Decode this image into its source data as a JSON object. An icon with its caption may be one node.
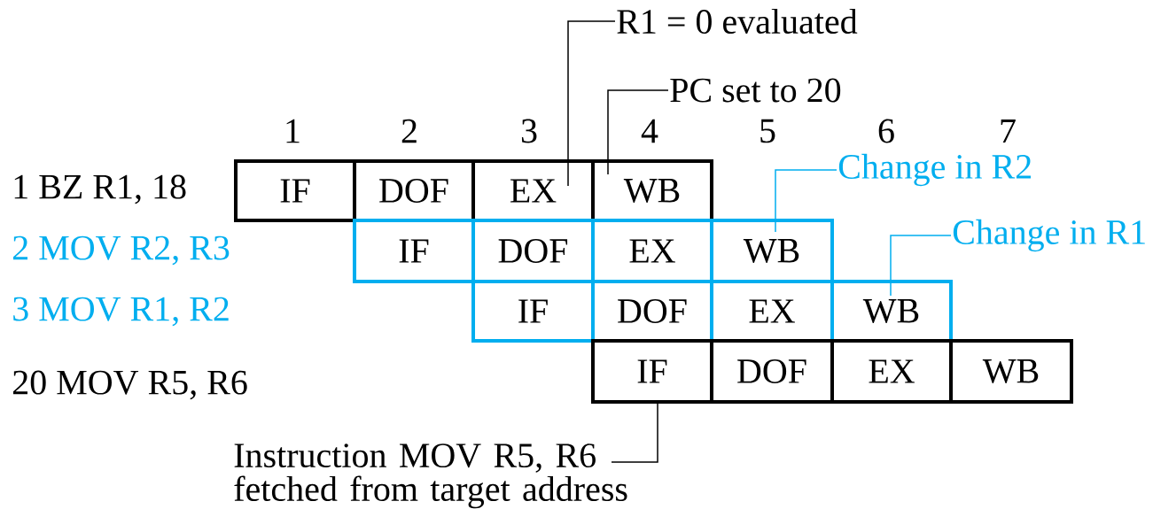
{
  "diagram": {
    "nodes": [
      {
        "text": [
          "R1 = 0 evaluated"
        ]
      },
      {
        "text": [
          "PC set to 20"
        ]
      },
      {
        "text": [
          "IF"
        ]
      },
      {
        "text": [
          "DOF"
        ]
      },
      {
        "text": [
          "EX"
        ]
      },
      {
        "text": [
          "WB"
        ]
      },
      {
        "text": [
          "Change in R2"
        ]
      },
      {
        "text": [
          "IF"
        ]
      },
      {
        "text": [
          "DOF"
        ]
      },
      {
        "text": [
          "EX"
        ]
      },
      {
        "text": [
          "WB"
        ]
      },
      {
        "text": [
          "Change in R1"
        ]
      },
      {
        "text": [
          "IF"
        ]
      },
      {
        "text": [
          "DOF"
        ]
      },
      {
        "text": [
          "EX"
        ]
      },
      {
        "text": [
          "WB"
        ]
      },
      {
        "text": [
          "IF"
        ]
      },
      {
        "text": [
          "DOF"
        ]
      },
      {
        "text": [
          "EX"
        ]
      },
      {
        "text": [
          "WB"
        ]
      },
      {
        "text": [
          "Instruction MOV R5, R6 fetched from target address"
        ]
      }
    ],
    "edges": [
      {
        "from": 0,
        "to": 4,
        "arrow": "none"
      },
      {
        "from": 1,
        "to": 5,
        "arrow": "none"
      },
      {
        "from": 6,
        "to": 10,
        "arrow": "none",
        "color": "#00aeef"
      },
      {
        "from": 11,
        "to": 15,
        "arrow": "none",
        "color": "#00aeef"
      },
      {
        "from": 20,
        "to": 16,
        "arrow": "none"
      }
    ],
    "labels": [
      "1",
      "2",
      "3",
      "4",
      "5",
      "6",
      "7",
      "1 BZ R1, 18",
      "2 MOV R2, R3",
      "3 MOV R1, R2",
      "20 MOV R5, R6"
    ]
  }
}
